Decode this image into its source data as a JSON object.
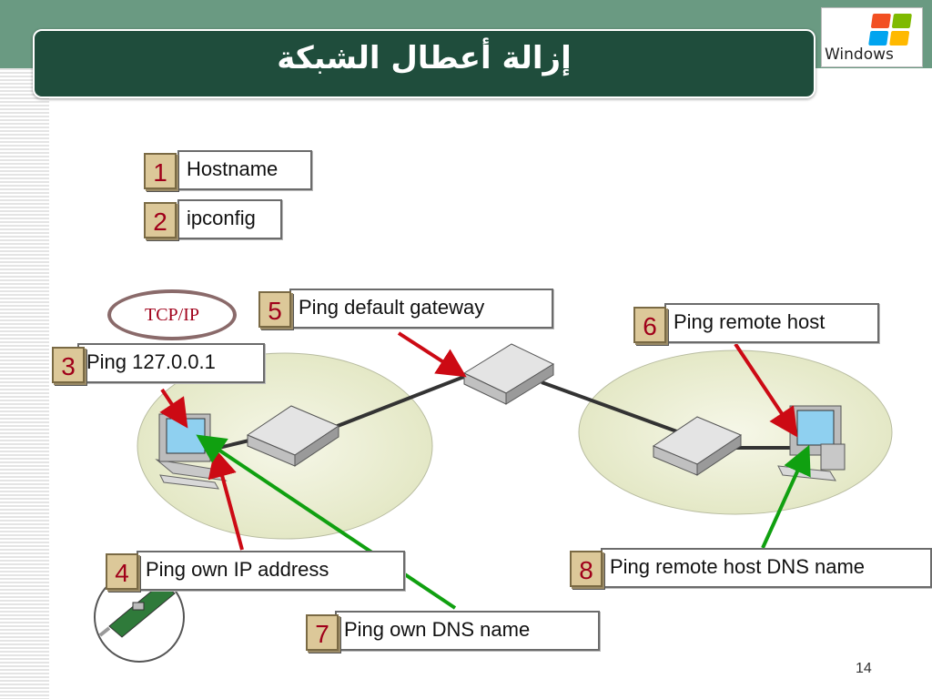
{
  "slide": {
    "title": "إزالة أعطال الشبكة",
    "page_number": "14",
    "logo_text": "Windows"
  },
  "steps": [
    {
      "number": "1",
      "label": "Hostname"
    },
    {
      "number": "2",
      "label": "ipconfig"
    },
    {
      "number": "3",
      "label": "Ping 127.0.0.1"
    },
    {
      "number": "4",
      "label": "Ping own IP address"
    },
    {
      "number": "5",
      "label": "Ping default gateway"
    },
    {
      "number": "6",
      "label": "Ping remote host"
    },
    {
      "number": "7",
      "label": "Ping own DNS name"
    },
    {
      "number": "8",
      "label": "Ping remote host DNS name"
    }
  ],
  "protocol_label": "TCP/IP",
  "colors": {
    "header_band": "#6a9a82",
    "title_bar": "#1f4d3c",
    "number_badge": "#dcc899",
    "number_text": "#a0001a",
    "arrow_red": "#cc0a14",
    "arrow_green": "#10a010",
    "network_ellipse": "#e9ecd2"
  }
}
